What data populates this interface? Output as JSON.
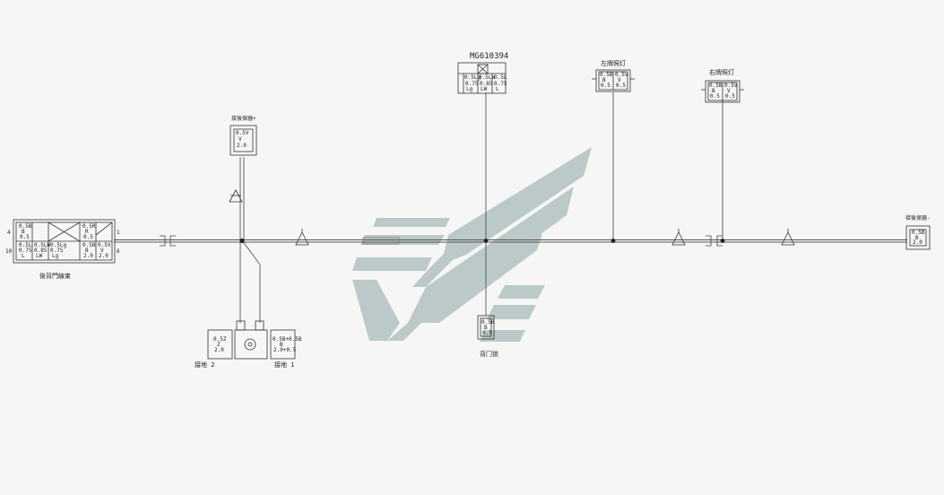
{
  "title": "MG610394",
  "connectors": {
    "left_harness": {
      "label": "後背門線束",
      "pins_left": [
        "4",
        "10"
      ],
      "pins_right": [
        "1",
        "6"
      ],
      "cells": [
        {
          "lines": [
            "0.5B",
            "B",
            "0.5"
          ]
        },
        {
          "lines": [
            "0.5L",
            "0.75",
            "L"
          ]
        },
        {
          "lines": [
            "0.5LW",
            "0.85",
            "LW"
          ]
        },
        {
          "lines": [
            "0.5Lg",
            "0.75",
            "Lg"
          ]
        },
        {
          "lines": [
            "0.5R",
            "R",
            "0.5"
          ]
        },
        {
          "lines": [
            "0.5B",
            "B",
            "2.0"
          ]
        },
        {
          "lines": [
            "0.5V",
            "V",
            "2.0"
          ]
        }
      ]
    },
    "top_left": {
      "label": "接後保器+",
      "lines": [
        "0.5V",
        "V",
        "2.0"
      ]
    },
    "top_mid": {
      "label": "MG610394",
      "cells": [
        {
          "lines": [
            "0.5Lg",
            "0.75",
            "Lg"
          ]
        },
        {
          "lines": [
            "0.5LW",
            "0.85",
            "LW"
          ]
        },
        {
          "lines": [
            "0.5L",
            "0.75",
            "L"
          ]
        }
      ]
    },
    "lamp_left": {
      "label": "左牌照灯",
      "cells": [
        {
          "lines": [
            "0.5B",
            "B",
            "0.5"
          ]
        },
        {
          "lines": [
            "0.5V",
            "V",
            "0.5"
          ]
        }
      ]
    },
    "lamp_right": {
      "label": "右牌照灯",
      "cells": [
        {
          "lines": [
            "0.5B",
            "B",
            "0.5"
          ]
        },
        {
          "lines": [
            "0.5V",
            "V",
            "0.5"
          ]
        }
      ]
    },
    "right_end": {
      "label": "接後保器-",
      "lines": [
        "0.5B",
        "B",
        "2.0"
      ]
    },
    "ground2": {
      "label": "接地 2",
      "lines": [
        "0.5Z",
        "Z",
        "2.0"
      ]
    },
    "ground1": {
      "label": "接地 1",
      "lines": [
        "0.5B+0.5B",
        "B",
        "2.0+0.5"
      ]
    },
    "bottom_lock": {
      "label": "背门锁",
      "lines": [
        "0.5B",
        "B",
        "0.5"
      ]
    }
  },
  "colors": {
    "line": "#555555",
    "box": "#333333",
    "logo": "#b3c2c2"
  }
}
